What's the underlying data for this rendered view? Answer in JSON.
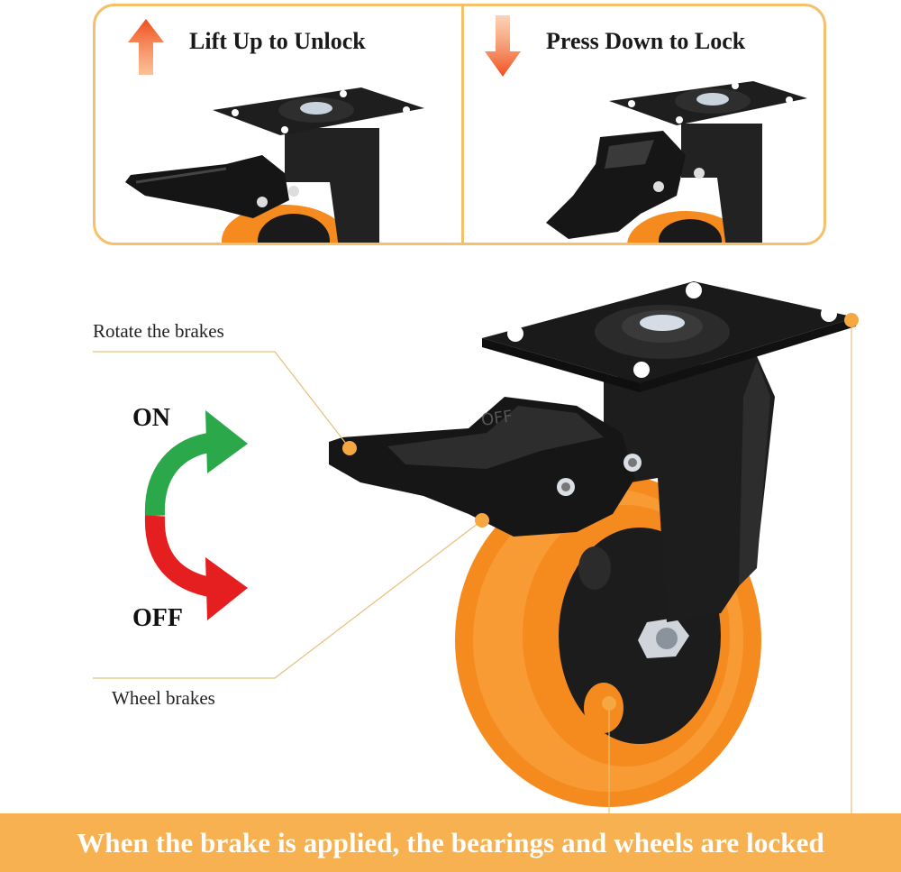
{
  "top_panels": [
    {
      "title": "Lift Up to Unlock",
      "arrow": "up-arrow-icon"
    },
    {
      "title": "Press Down to Lock",
      "arrow": "down-arrow-icon"
    }
  ],
  "labels": {
    "rotate": "Rotate the brakes",
    "on": "ON",
    "off": "OFF",
    "wheel": "Wheel brakes"
  },
  "banner": {
    "text": "When the brake is applied, the bearings and wheels are locked"
  },
  "colors": {
    "accent_orange": "#f7b150",
    "panel_border": "#f5c06b",
    "arrow_orange": "#f26522",
    "wheel_orange": "#f58a1f",
    "on_green": "#2aa84a",
    "off_red": "#e51f1f"
  }
}
